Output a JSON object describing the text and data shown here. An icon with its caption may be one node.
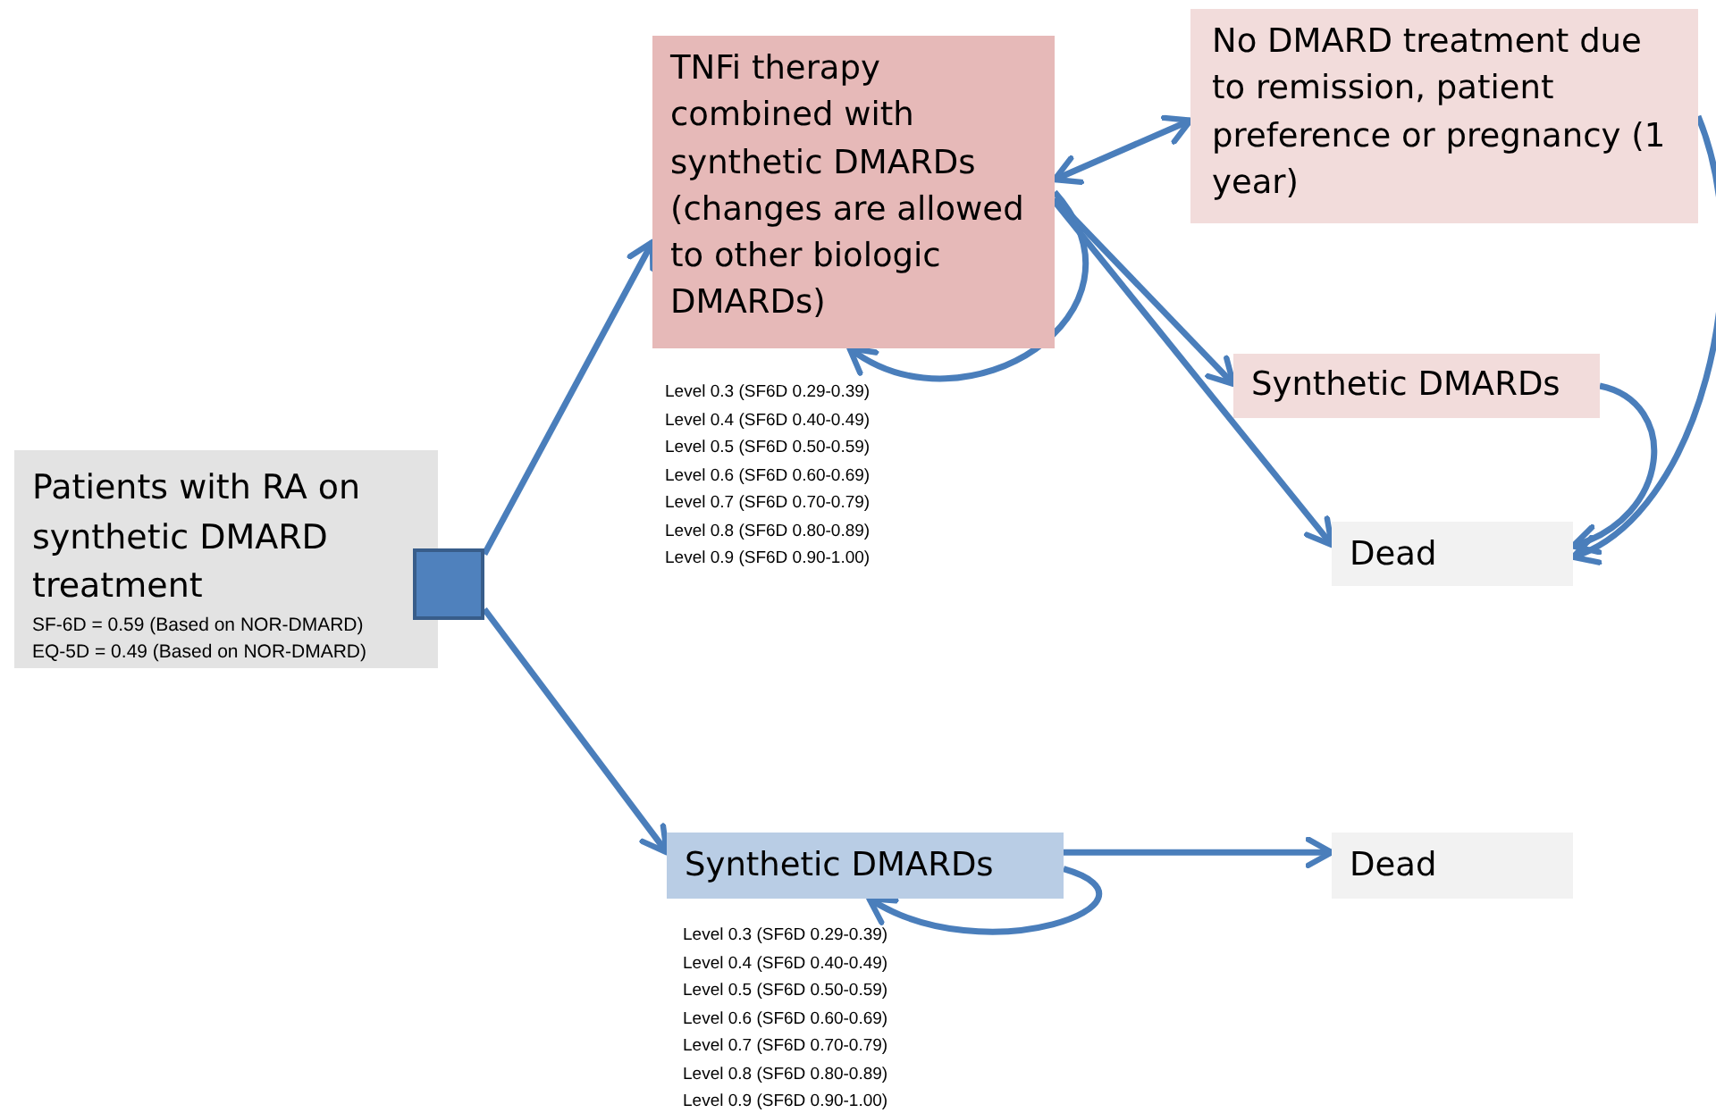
{
  "diagram": {
    "nodes": [
      {
        "text": [
          "Patients with RA on synthetic DMARD treatment",
          "SF-6D = 0.59 (Based on NOR-DMARD)",
          "EQ-5D = 0.49 (Based on NOR-DMARD)"
        ]
      },
      {
        "text": [],
        "shape": "box"
      },
      {
        "text": [
          "TNFi therapy combined with synthetic DMARDs (changes are allowed to other biologic DMARDs)"
        ],
        "beside": [
          "Level 0.3 (SF6D 0.29-0.39)",
          "Level 0.4 (SF6D 0.40-0.49)",
          "Level 0.5 (SF6D 0.50-0.59)",
          "Level 0.6 (SF6D 0.60-0.69)",
          "Level 0.7 (SF6D 0.70-0.79)",
          "Level 0.8 (SF6D 0.80-0.89)",
          "Level 0.9 (SF6D 0.90-1.00)"
        ]
      },
      {
        "text": [
          "No DMARD treatment due to remission, patient preference or pregnancy (1 year)"
        ]
      },
      {
        "text": [
          "Synthetic DMARDs"
        ]
      },
      {
        "text": [
          "Dead"
        ]
      },
      {
        "text": [
          "Synthetic DMARDs"
        ],
        "beside": [
          "Level 0.3 (SF6D 0.29-0.39)",
          "Level 0.4 (SF6D 0.40-0.49)",
          "Level 0.5 (SF6D 0.50-0.59)",
          "Level 0.6 (SF6D 0.60-0.69)",
          "Level 0.7 (SF6D 0.70-0.79)",
          "Level 0.8 (SF6D 0.80-0.89)",
          "Level 0.9 (SF6D 0.90-1.00)"
        ]
      },
      {
        "text": [
          "Dead"
        ]
      }
    ],
    "edges": [
      {
        "from": 1,
        "to": 2,
        "arrow": "to"
      },
      {
        "from": 1,
        "to": 6,
        "arrow": "to"
      },
      {
        "from": 2,
        "to": 2,
        "arrow": "to"
      },
      {
        "from": 2,
        "to": 3,
        "arrow": "both"
      },
      {
        "from": 2,
        "to": 4,
        "arrow": "to"
      },
      {
        "from": 2,
        "to": 5,
        "arrow": "to"
      },
      {
        "from": 3,
        "to": 5,
        "arrow": "to"
      },
      {
        "from": 4,
        "to": 5,
        "arrow": "to"
      },
      {
        "from": 6,
        "to": 6,
        "arrow": "to"
      },
      {
        "from": 6,
        "to": 7,
        "arrow": "to"
      }
    ]
  }
}
